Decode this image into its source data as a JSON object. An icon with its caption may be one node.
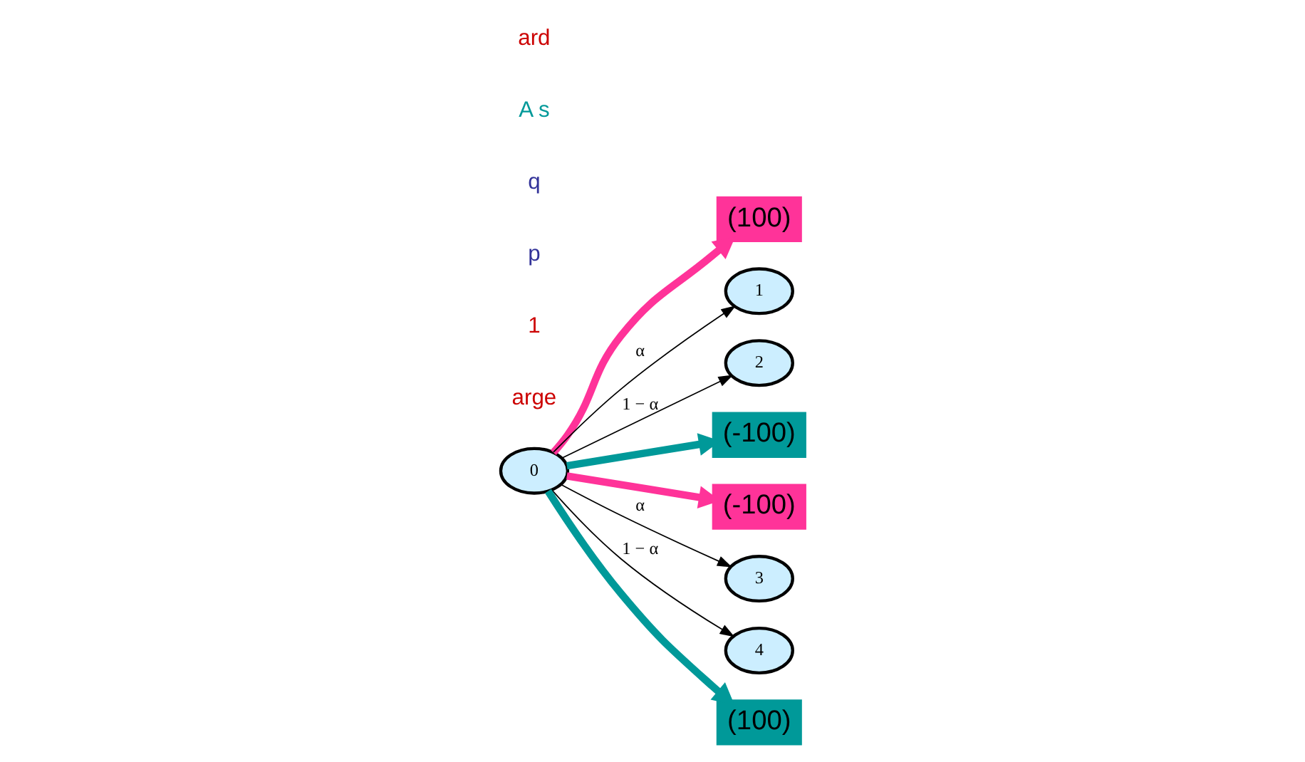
{
  "diagram": {
    "nodes": [
      {
        "text": [
          "0"
        ]
      },
      {
        "text": [
          "(100)"
        ]
      },
      {
        "text": [
          "1"
        ]
      },
      {
        "text": [
          "2"
        ]
      },
      {
        "text": [
          "(-100)"
        ]
      },
      {
        "text": [
          "(-100)"
        ]
      },
      {
        "text": [
          "3"
        ]
      },
      {
        "text": [
          "4"
        ]
      },
      {
        "text": [
          "(100)"
        ]
      }
    ],
    "edges": [
      {
        "from": 0,
        "to": 2,
        "arrow": "to",
        "label": "α"
      },
      {
        "from": 0,
        "to": 3,
        "arrow": "to",
        "label": "1 − α"
      },
      {
        "from": 0,
        "to": 6,
        "arrow": "to",
        "label": "α"
      },
      {
        "from": 0,
        "to": 7,
        "arrow": "to",
        "label": "1 − α"
      },
      {
        "from": 0,
        "to": 1,
        "arrow": "to",
        "style": "thick",
        "color": "#ff3399"
      },
      {
        "from": 0,
        "to": 4,
        "arrow": "to",
        "style": "thick",
        "color": "#009999"
      },
      {
        "from": 0,
        "to": 5,
        "arrow": "to",
        "style": "thick",
        "color": "#ff3399"
      },
      {
        "from": 0,
        "to": 8,
        "arrow": "to",
        "style": "thick",
        "color": "#009999"
      }
    ],
    "labels": [
      "arge",
      "1",
      "p",
      "q",
      "A s",
      "ard"
    ]
  }
}
